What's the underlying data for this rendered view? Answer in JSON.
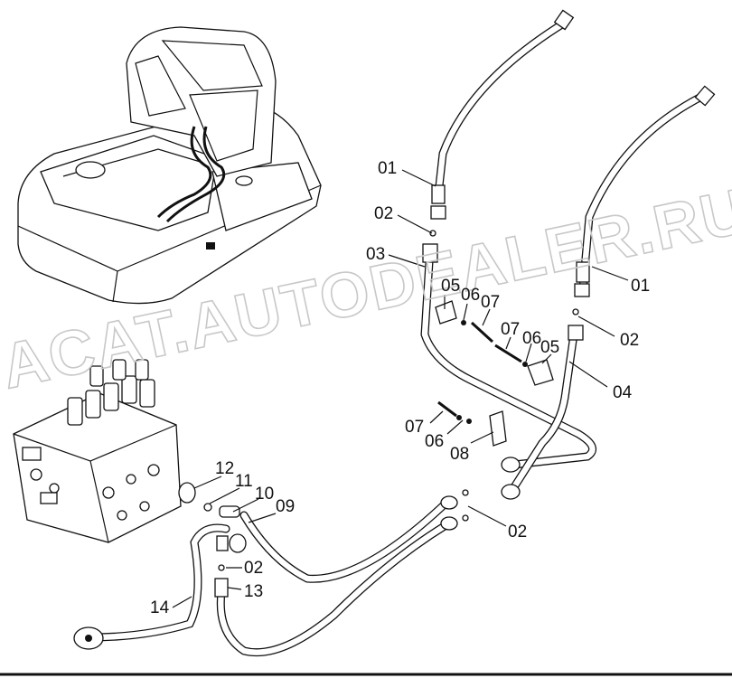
{
  "watermark": "ACAT.AUTODEALER.RU",
  "callouts": {
    "c01a": "01",
    "c01b": "01",
    "c02a": "02",
    "c02b": "02",
    "c02c": "02",
    "c02d": "02",
    "c03": "03",
    "c04": "04",
    "c05a": "05",
    "c05b": "05",
    "c06a": "06",
    "c06b": "06",
    "c06c": "06",
    "c07a": "07",
    "c07b": "07",
    "c07c": "07",
    "c08": "08",
    "c09": "09",
    "c10": "10",
    "c11": "11",
    "c12": "12",
    "c13": "13",
    "c14": "14"
  }
}
